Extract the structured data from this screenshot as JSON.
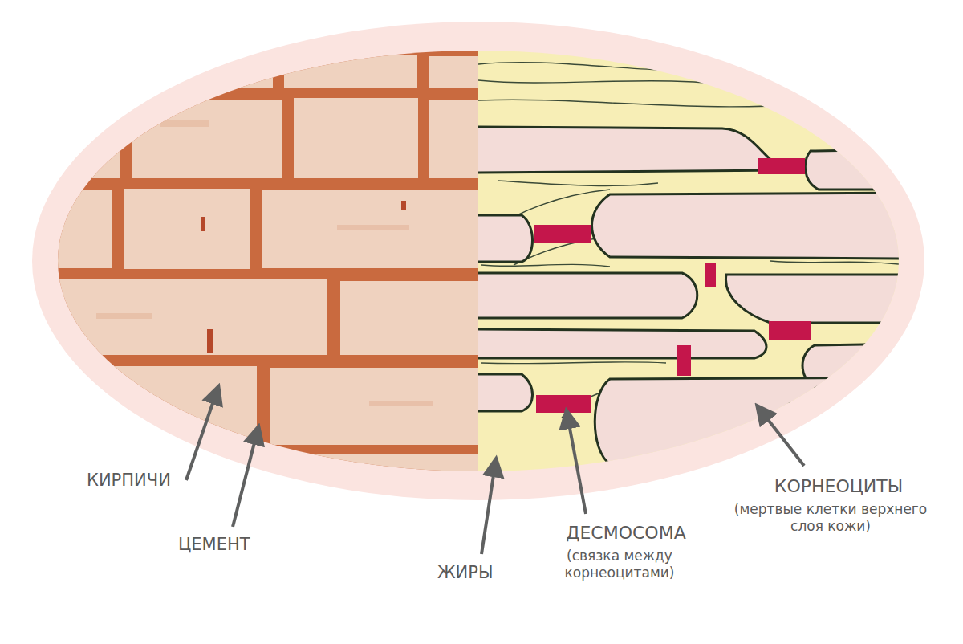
{
  "diagram": {
    "labels": [
      "КИРПИЧИ",
      "ЦЕМЕНТ",
      "ЖИРЫ",
      "ДЕСМОСОМА",
      "(связка между корнеоцитами)",
      "КОРНЕОЦИТЫ",
      "(мертвые клетки верхнего слоя кожи)"
    ]
  }
}
